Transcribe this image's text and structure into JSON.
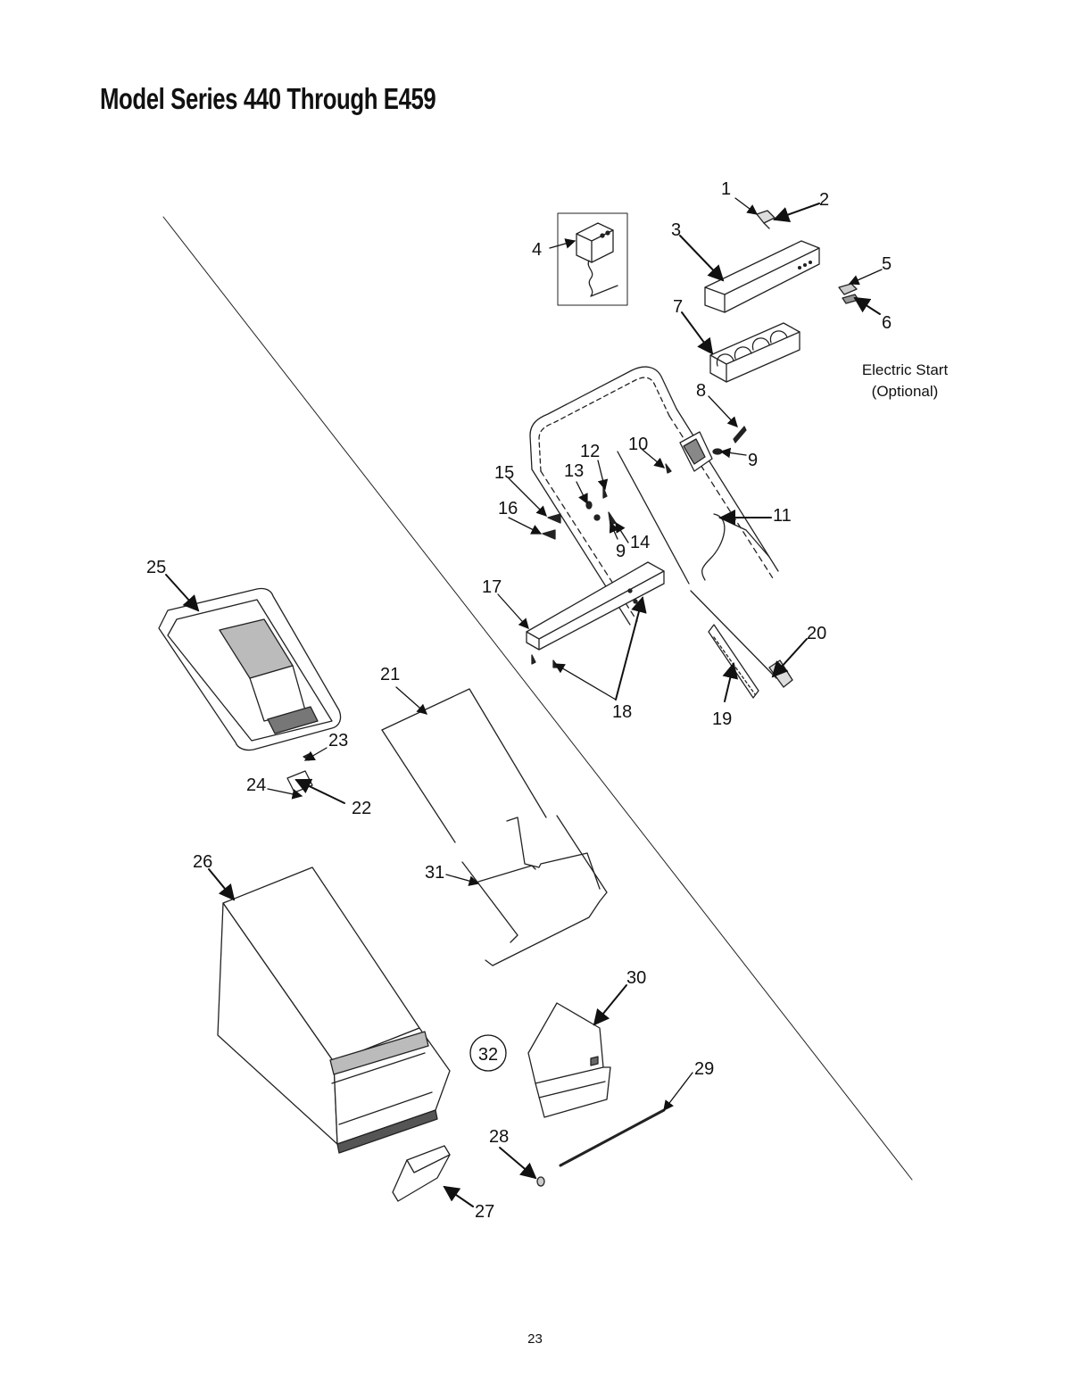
{
  "page": {
    "title": "Model Series 440 Through E459",
    "page_number": "23"
  },
  "note": {
    "line1": "Electric Start",
    "line2": "(Optional)"
  },
  "callouts": {
    "c1": "1",
    "c2": "2",
    "c3": "3",
    "c4": "4",
    "c5": "5",
    "c6": "6",
    "c7": "7",
    "c8": "8",
    "c9a": "9",
    "c9b": "9",
    "c10": "10",
    "c11": "11",
    "c12": "12",
    "c13": "13",
    "c14": "14",
    "c15": "15",
    "c16": "16",
    "c17": "17",
    "c18": "18",
    "c19": "19",
    "c20": "20",
    "c21": "21",
    "c22": "22",
    "c23": "23",
    "c24": "24",
    "c25": "25",
    "c26": "26",
    "c27": "27",
    "c28": "28",
    "c29": "29",
    "c30": "30",
    "c31": "31",
    "c32": "32"
  }
}
